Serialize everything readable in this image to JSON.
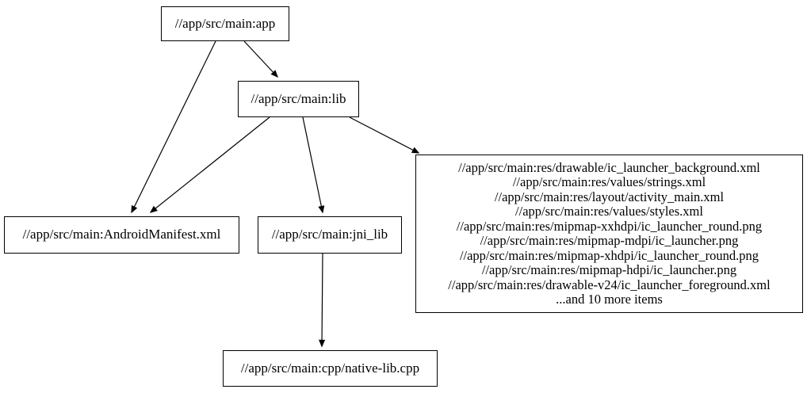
{
  "diagram": {
    "type": "dependency-graph",
    "background_color": "#ffffff",
    "node_border_color": "#000000",
    "node_fill_color": "#ffffff",
    "edge_color": "#000000",
    "text_color": "#000000",
    "nodes": {
      "app": {
        "label": "//app/src/main:app"
      },
      "lib": {
        "label": "//app/src/main:lib"
      },
      "manifest": {
        "label": "//app/src/main:AndroidManifest.xml"
      },
      "jni_lib": {
        "label": "//app/src/main:jni_lib"
      },
      "native_lib": {
        "label": "//app/src/main:cpp/native-lib.cpp"
      },
      "resources": {
        "lines": [
          "//app/src/main:res/drawable/ic_launcher_background.xml",
          "//app/src/main:res/values/strings.xml",
          "//app/src/main:res/layout/activity_main.xml",
          "//app/src/main:res/values/styles.xml",
          "//app/src/main:res/mipmap-xxhdpi/ic_launcher_round.png",
          "//app/src/main:res/mipmap-mdpi/ic_launcher.png",
          "//app/src/main:res/mipmap-xhdpi/ic_launcher_round.png",
          "//app/src/main:res/mipmap-hdpi/ic_launcher.png",
          "//app/src/main:res/drawable-v24/ic_launcher_foreground.xml",
          "...and 10 more items"
        ]
      }
    },
    "edges": [
      {
        "from": "app",
        "to": "lib"
      },
      {
        "from": "app",
        "to": "manifest"
      },
      {
        "from": "lib",
        "to": "manifest"
      },
      {
        "from": "lib",
        "to": "jni_lib"
      },
      {
        "from": "lib",
        "to": "resources"
      },
      {
        "from": "jni_lib",
        "to": "native_lib"
      }
    ]
  }
}
